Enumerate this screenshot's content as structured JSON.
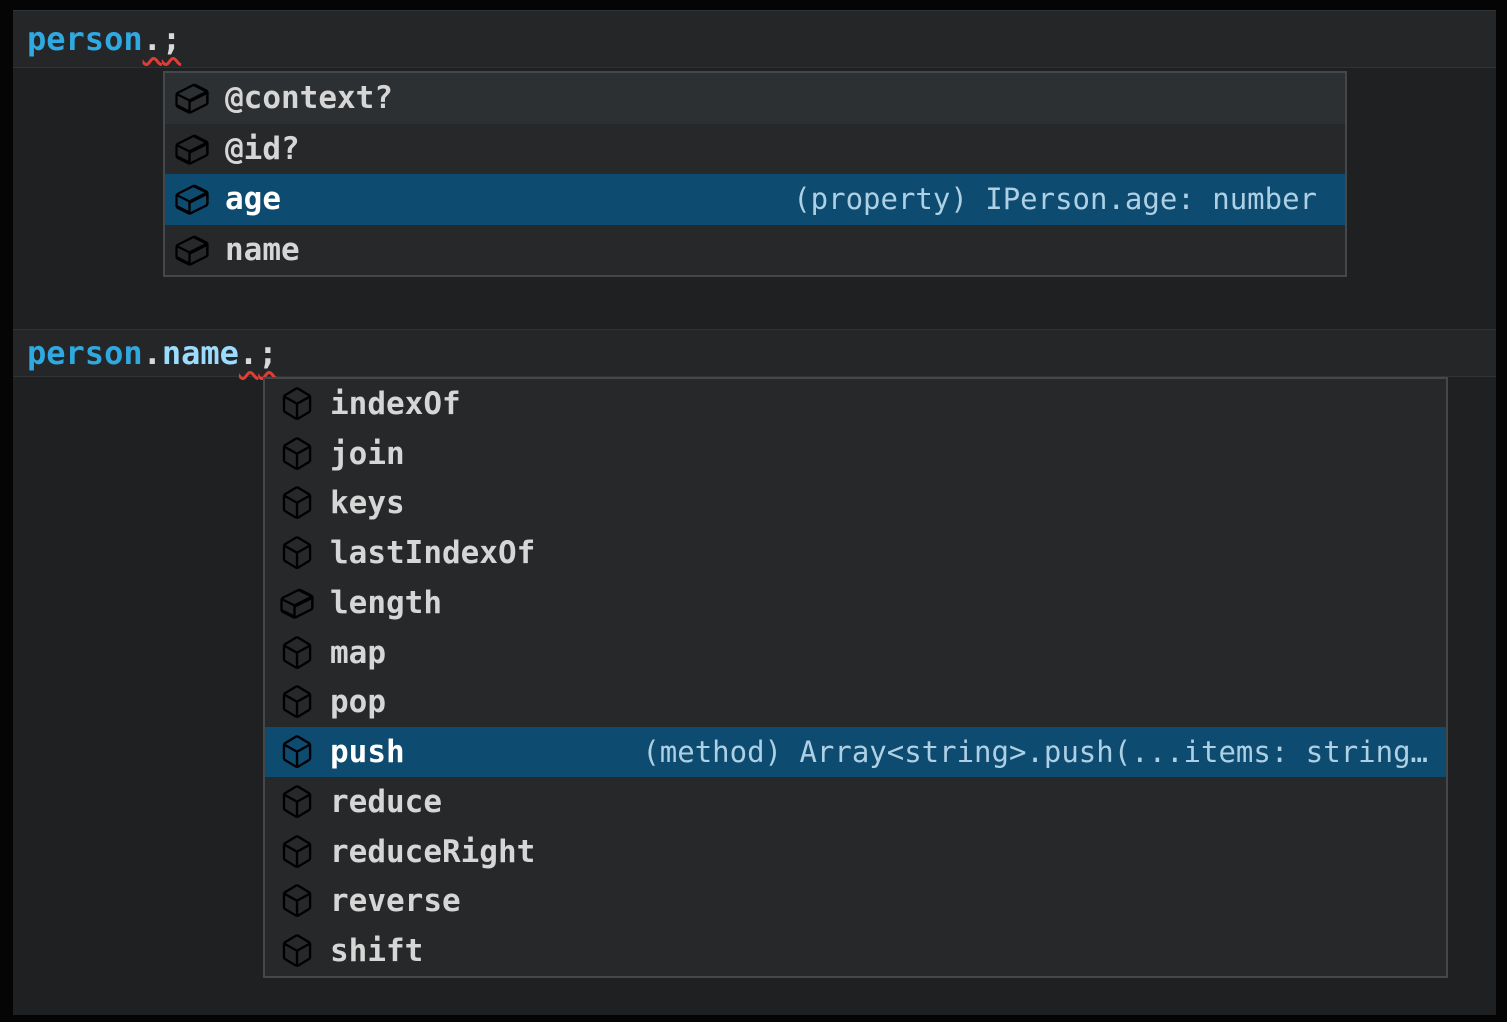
{
  "colors": {
    "frame": "#050505",
    "editor_bg": "#1f2022",
    "line_highlight_bg": "#242628",
    "line_highlight_border": "#303335",
    "widget_bg": "#26282a",
    "widget_border": "#45484b",
    "row_hover_bg": "#2d3032",
    "row_selected_bg": "#0d4b70",
    "label_fg": "#d6d6d6",
    "selected_label_fg": "#ffffff",
    "detail_fg": "#aed0e4",
    "variable_fg": "#2fa9e1",
    "property_fg": "#9cdcfe",
    "punctuation_fg": "#d9d9d9",
    "error_squiggle": "#e23c35",
    "field_icon": "#58acec",
    "method_icon": "#b180d7"
  },
  "editor": {
    "line1": {
      "tokens": [
        {
          "text": "person"
        },
        {
          "text": "."
        },
        {
          "text": ";"
        }
      ]
    },
    "line2": {
      "tokens": [
        {
          "text": "person"
        },
        {
          "text": "."
        },
        {
          "text": "name"
        },
        {
          "text": "."
        },
        {
          "text": ";"
        }
      ]
    }
  },
  "suggest1": {
    "items": [
      {
        "label": "@context?",
        "kind": "field",
        "hovered": true
      },
      {
        "label": "@id?",
        "kind": "field"
      },
      {
        "label": "age",
        "kind": "field",
        "selected": true,
        "detail": "(property) IPerson.age: number"
      },
      {
        "label": "name",
        "kind": "field"
      }
    ]
  },
  "suggest2": {
    "items": [
      {
        "label": "indexOf",
        "kind": "method"
      },
      {
        "label": "join",
        "kind": "method"
      },
      {
        "label": "keys",
        "kind": "method"
      },
      {
        "label": "lastIndexOf",
        "kind": "method"
      },
      {
        "label": "length",
        "kind": "field"
      },
      {
        "label": "map",
        "kind": "method"
      },
      {
        "label": "pop",
        "kind": "method"
      },
      {
        "label": "push",
        "kind": "method",
        "selected": true,
        "detail": "(method) Array<string>.push(...items: string…"
      },
      {
        "label": "reduce",
        "kind": "method"
      },
      {
        "label": "reduceRight",
        "kind": "method"
      },
      {
        "label": "reverse",
        "kind": "method"
      },
      {
        "label": "shift",
        "kind": "method"
      }
    ]
  }
}
